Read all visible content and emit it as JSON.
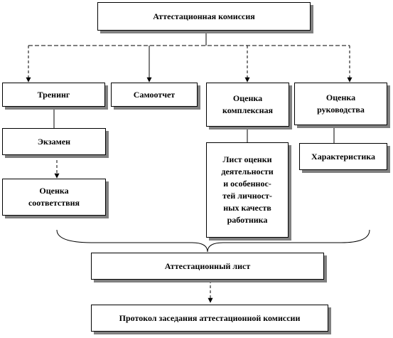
{
  "diagram": {
    "commission": "Аттестационная комиссия",
    "training": "Тренинг",
    "self_report": "Самоотчет",
    "complex_assessment": [
      "Оценка",
      "комплексная"
    ],
    "management_assessment": [
      "Оценка",
      "руководства"
    ],
    "exam": "Экзамен",
    "compliance_assessment": [
      "Оценка",
      "соответствия"
    ],
    "evaluation_sheet": [
      "Лист оценки",
      "деятельности",
      "и особеннос-",
      "тей личност-",
      "ных качеств",
      "работника"
    ],
    "characteristic": "Характеристика",
    "attestation_sheet": "Аттестационный лист",
    "protocol": "Протокол заседания аттестационной комиссии"
  }
}
